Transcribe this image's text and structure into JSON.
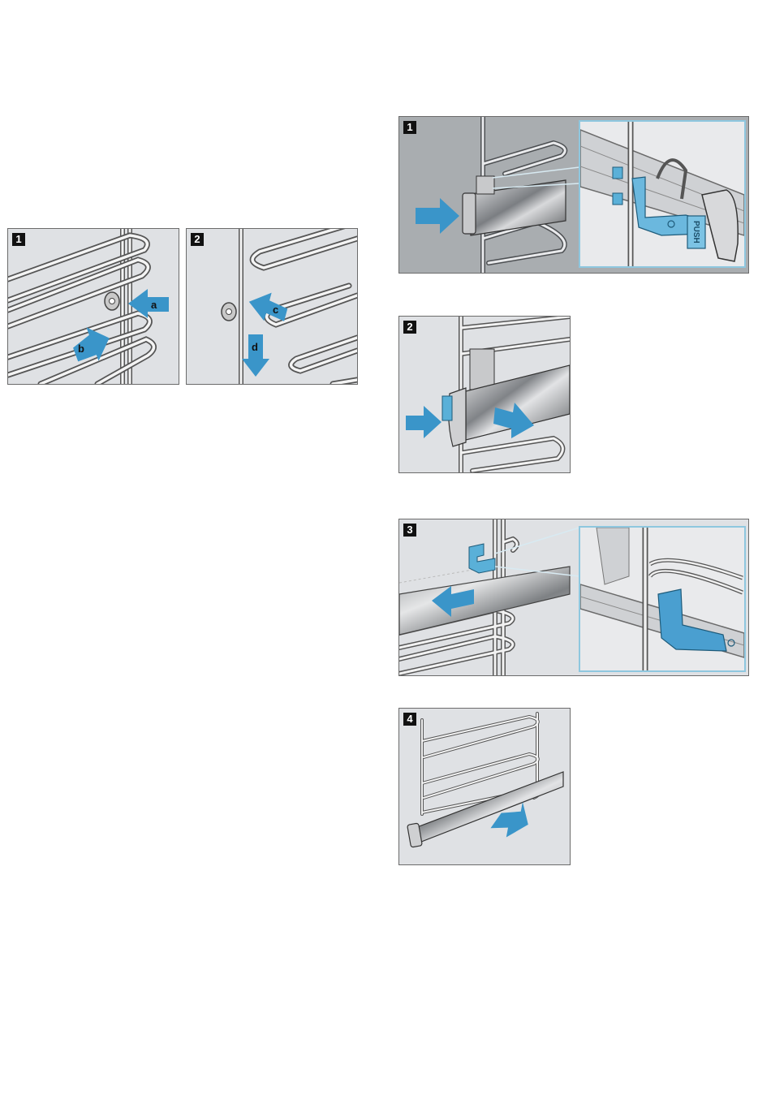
{
  "figures": {
    "left_1": {
      "number": "1",
      "labels": {
        "a": "a",
        "b": "b"
      }
    },
    "left_2": {
      "number": "2",
      "labels": {
        "c": "c",
        "d": "d"
      }
    },
    "right_1": {
      "number": "1",
      "inset_text": "PUSH"
    },
    "right_2": {
      "number": "2"
    },
    "right_3": {
      "number": "3"
    },
    "right_4": {
      "number": "4"
    }
  },
  "colors": {
    "arrow": "#3a95c9",
    "panel_background": "#dfe1e4",
    "dark_panel_background": "#a9adb0",
    "inset_border": "#8ec7df",
    "clip_blue": "#4a9fd0"
  }
}
